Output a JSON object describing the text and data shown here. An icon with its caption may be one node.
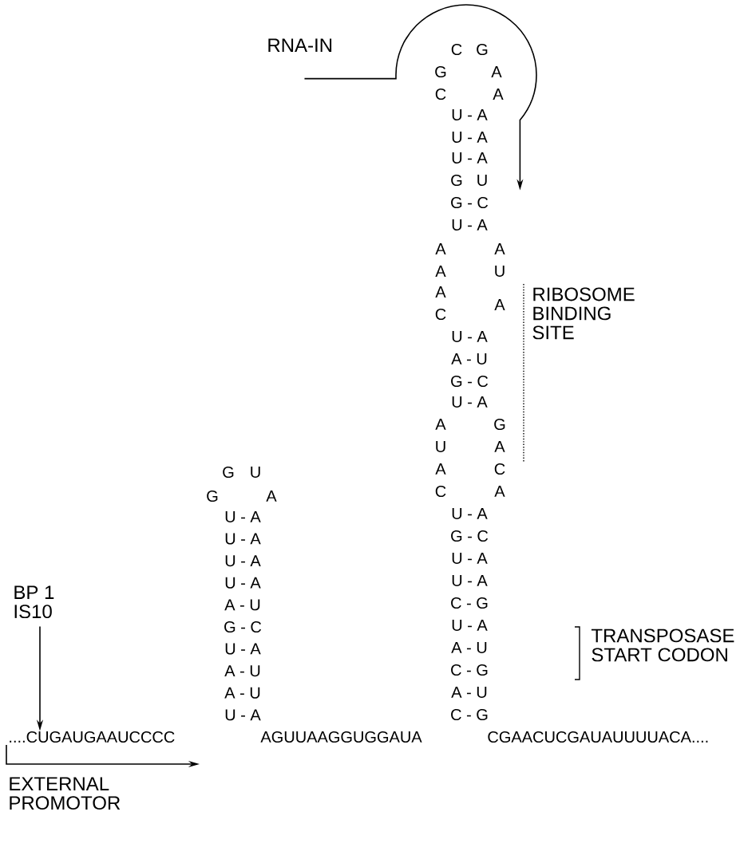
{
  "diagram": {
    "nodes": [
      {
        "text": [
          "RNA-IN"
        ]
      },
      {
        "text": [
          "BP 1 IS10"
        ]
      },
      {
        "text": [
          "....CUGAUGAAUCCCC"
        ]
      }
    ],
    "edges": [
      {
        "from": 0,
        "to": null,
        "arrow": "to"
      },
      {
        "from": 1,
        "to": 2,
        "arrow": "to"
      }
    ],
    "labels": [
      "C",
      "G",
      "G",
      "A",
      "C",
      "A",
      "U - A",
      "U - A",
      "U - A",
      "G",
      "U",
      "G - C",
      "U - A",
      "A",
      "A",
      "A",
      "U",
      "A",
      "A",
      "C",
      "U - A",
      "A - U",
      "G - C",
      "U - A",
      "A",
      "G",
      "U",
      "A",
      "A",
      "C",
      "C",
      "A",
      "U - A",
      "G - C",
      "U - A",
      "U - A",
      "C - G",
      "U - A",
      "A - U",
      "C - G",
      "A - U",
      "C - G",
      "G",
      "U",
      "G",
      "A",
      "U - A",
      "U - A",
      "U - A",
      "U - A",
      "A - U",
      "G - C",
      "U - A",
      "A - U",
      "A - U",
      "U - A",
      "RIBOSOME BINDING SITE",
      "TRANSPOSASE START CODON",
      "AGUUAAGGUGGAUA",
      "CGAACUCGAUAUUUUACA....",
      "EXTERNAL PROMOTOR"
    ]
  }
}
